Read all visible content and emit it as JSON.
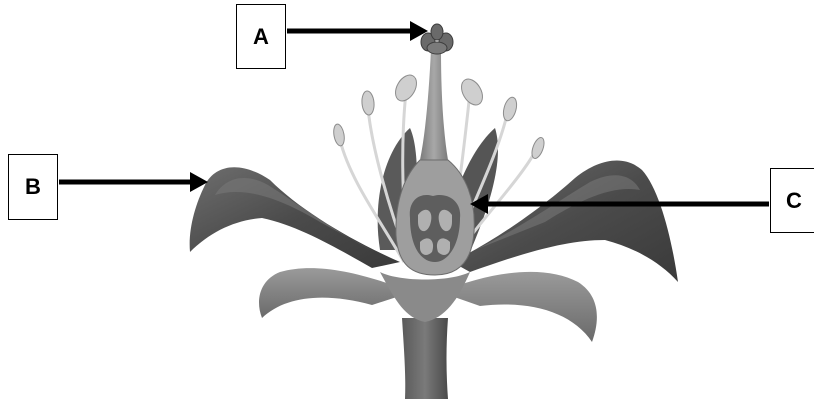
{
  "labels": {
    "a": "A",
    "b": "B",
    "c": "C"
  },
  "colors": {
    "petal_dark": "#4a4a4a",
    "petal_mid": "#6b6b6b",
    "petal_light": "#8c8c8c",
    "pistil": "#9a9a9a",
    "anther": "#cfcfcf",
    "filament": "#d9d9d9",
    "arrow": "#000000"
  }
}
